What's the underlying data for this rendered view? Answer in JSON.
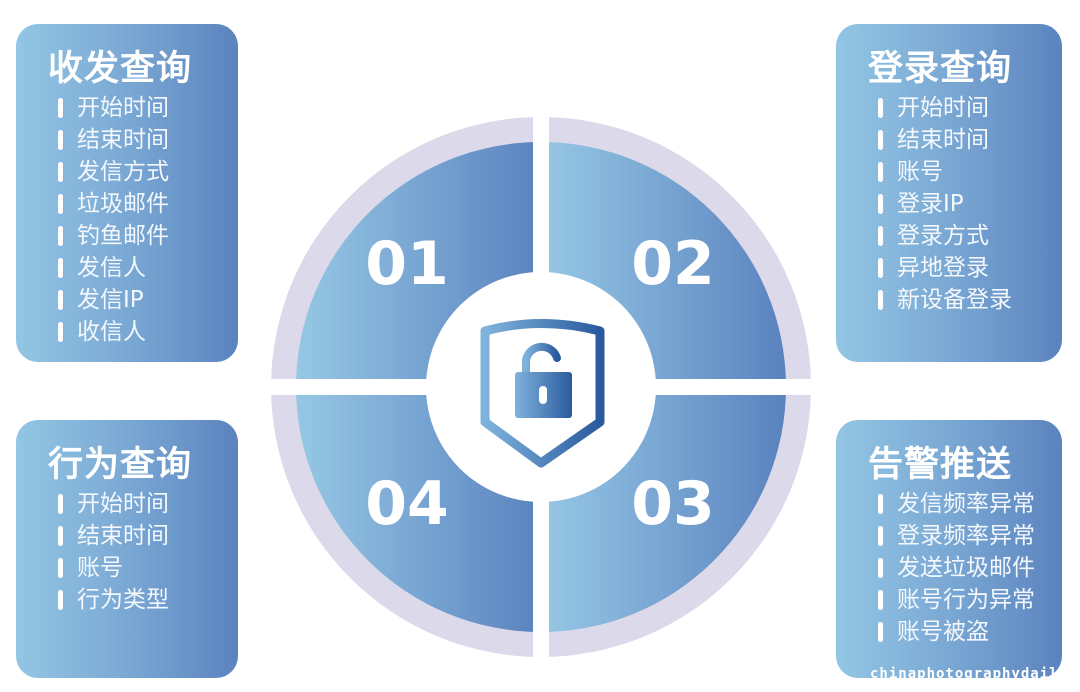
{
  "cards": [
    {
      "title": "收发查询",
      "items": [
        "开始时间",
        "结束时间",
        "发信方式",
        "垃圾邮件",
        "钓鱼邮件",
        "发信人",
        "发信IP",
        "收信人"
      ]
    },
    {
      "title": "登录查询",
      "items": [
        "开始时间",
        "结束时间",
        "账号",
        "登录IP",
        "登录方式",
        "异地登录",
        "新设备登录"
      ]
    },
    {
      "title": "行为查询",
      "items": [
        "开始时间",
        "结束时间",
        "账号",
        "行为类型"
      ]
    },
    {
      "title": "告警推送",
      "items": [
        "发信频率异常",
        "登录频率异常",
        "发送垃圾邮件",
        "账号行为异常",
        "账号被盗"
      ]
    }
  ],
  "quadrants": [
    "01",
    "02",
    "03",
    "04"
  ],
  "center_icon": "shield-lock-icon",
  "watermark": "chinaphotographydaily",
  "colors": {
    "light": "#93c6e4",
    "dark": "#5b83bf",
    "ring": "#dcdaea",
    "icon": "#2f63a6"
  }
}
